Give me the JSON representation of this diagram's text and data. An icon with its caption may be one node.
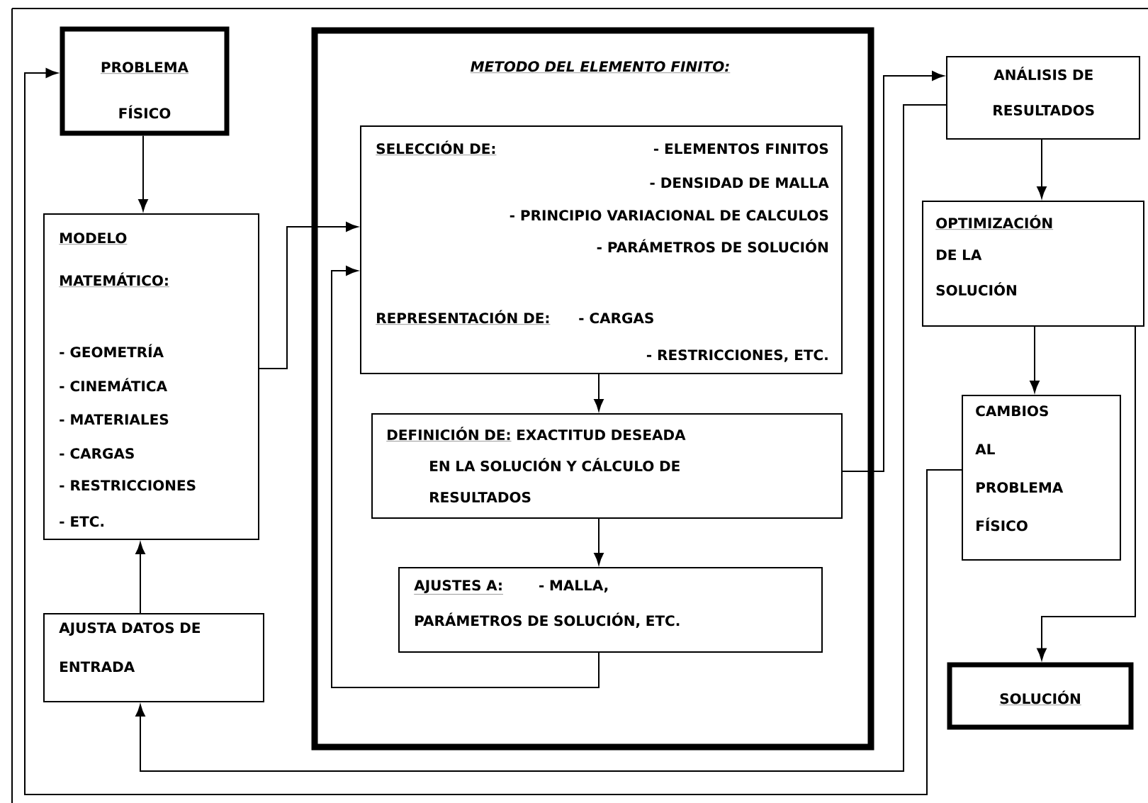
{
  "diagram": {
    "nodes": [
      {
        "text": [
          "PROBLEMA",
          "FÍSICO"
        ]
      },
      {
        "text": [
          "MODELO",
          "MATEMÁTICO:",
          "- GEOMETRÍA",
          "- CINEMÁTICA",
          "- MATERIALES",
          "- CARGAS",
          "- RESTRICCIONES",
          "- ETC."
        ]
      },
      {
        "text": [
          "AJUSTA DATOS DE ENTRADA"
        ]
      },
      {
        "text": [
          "METODO DEL ELEMENTO FINITO:"
        ]
      },
      {
        "text": [
          "SELECCIÓN DE:",
          "- ELEMENTOS FINITOS",
          "- DENSIDAD DE MALLA",
          "- PRINCIPIO VARIACIONAL DE CALCULOS",
          "- PARÁMETROS DE SOLUCIÓN",
          "REPRESENTACIÓN DE:",
          "- CARGAS",
          "- RESTRICCIONES, ETC."
        ],
        "in": 3
      },
      {
        "text": [
          "DEFINICIÓN DE:",
          "EXACTITUD DESEADA EN LA SOLUCIÓN Y CÁLCULO DE RESULTADOS"
        ],
        "in": 3
      },
      {
        "text": [
          "AJUSTES A:",
          "- MALLA, PARÁMETROS DE SOLUCIÓN, ETC."
        ],
        "in": 3
      },
      {
        "text": [
          "ANÁLISIS DE RESULTADOS"
        ]
      },
      {
        "text": [
          "OPTIMIZACIÓN",
          "DE LA SOLUCIÓN"
        ]
      },
      {
        "text": [
          "CAMBIOS AL PROBLEMA FÍSICO"
        ]
      },
      {
        "text": [
          "SOLUCIÓN"
        ]
      }
    ],
    "edges": [
      {
        "from": 0,
        "to": 1,
        "arrow": "to"
      },
      {
        "from": 2,
        "to": 1,
        "arrow": "to"
      },
      {
        "from": 1,
        "to": 4,
        "arrow": "to"
      },
      {
        "from": 4,
        "to": 5,
        "arrow": "to"
      },
      {
        "from": 5,
        "to": 6,
        "arrow": "to"
      },
      {
        "from": 6,
        "to": 4,
        "arrow": "to"
      },
      {
        "from": 5,
        "to": 7,
        "arrow": "to"
      },
      {
        "from": 7,
        "to": 2,
        "arrow": "to"
      },
      {
        "from": 7,
        "to": 8,
        "arrow": "to"
      },
      {
        "from": 8,
        "to": 9,
        "arrow": "to"
      },
      {
        "from": 8,
        "to": 10,
        "arrow": "to"
      },
      {
        "from": 9,
        "to": 0,
        "arrow": "to"
      }
    ]
  }
}
